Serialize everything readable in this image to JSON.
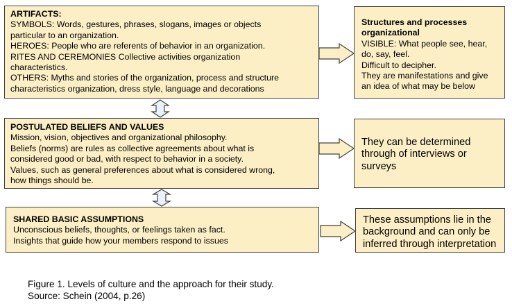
{
  "artifacts": {
    "title": "ARTIFACTS:",
    "lines": [
      "SYMBOLS: Words, gestures, phrases, slogans, images or objects",
      "particular to an organization.",
      "HEROES: People who are referents of behavior in an organization.",
      "RITES AND CEREMONIES Collective activities organization",
      "characteristics.",
      "OTHERS: Myths and stories of the organization, process and structure",
      "characteristics organization, dress style, language and decorations"
    ]
  },
  "artifacts_approach": {
    "title_lines": [
      "Structures and processes",
      "organizational"
    ],
    "lines": [
      "VISIBLE: What people see, hear,",
      "do, say, feel.",
      "Difficult to decipher.",
      "They are manifestations and give",
      "an idea of what may be below"
    ]
  },
  "beliefs": {
    "title": "POSTULATED BELIEFS AND VALUES",
    "lines": [
      "Mission, vision, objectives and organizational philosophy.",
      "Beliefs (norms) are rules as collective agreements about what is",
      "considered good or bad, with respect to behavior in a society.",
      "Values, such as general preferences about what is considered wrong,",
      "how things should be."
    ]
  },
  "beliefs_approach": {
    "lines": [
      "They can be determined",
      "through of interviews or",
      "surveys"
    ]
  },
  "assumptions": {
    "title": "SHARED BASIC ASSUMPTIONS",
    "lines": [
      "Unconscious beliefs, thoughts, or feelings taken as fact.",
      "Insights that guide how your members respond to issues"
    ]
  },
  "assumptions_approach": {
    "lines": [
      "These assumptions lie in the",
      "background and can only be",
      "inferred through interpretation"
    ]
  },
  "caption": {
    "line1": "Figure 1. Levels of culture and the approach for their study.",
    "line2": "Source: Schein (2004, p.26)"
  },
  "colors": {
    "box_fill": "#fcefc6",
    "arrow_fill": "#eaf1f8",
    "border": "#3f3f3f"
  }
}
